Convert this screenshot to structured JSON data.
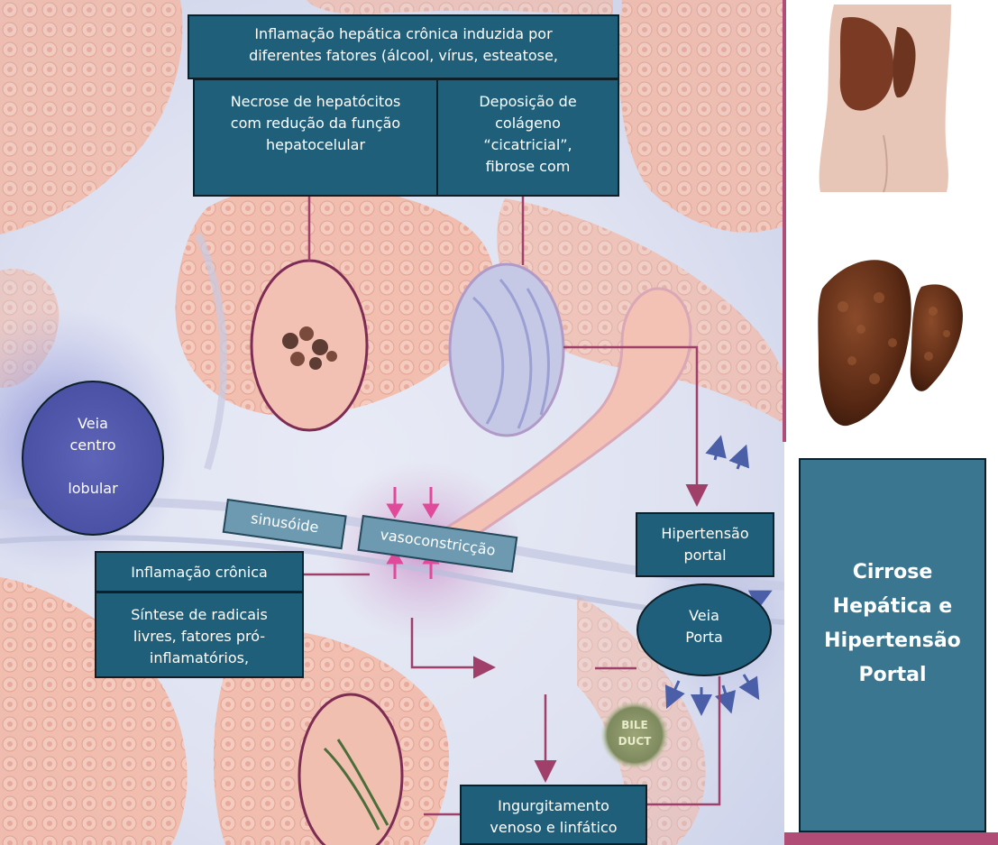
{
  "diagram": {
    "title_lines": [
      "Cirrose",
      "Hepática e",
      "Hipertensão",
      "Portal"
    ],
    "boxes": {
      "inflamacao_hepatica": [
        "Inflamação hepática crônica induzida por",
        "diferentes fatores (álcool, vírus, esteatose,"
      ],
      "necrose": [
        "Necrose de hepatócitos",
        "com redução da função",
        "hepatocelular"
      ],
      "deposicao": [
        "Deposição de",
        "colágeno",
        "“cicatricial”,",
        "fibrose com"
      ],
      "inflamacao_cronica": "Inflamação crônica",
      "sintese": [
        "Síntese de radicais",
        "livres, fatores pró-",
        "inflamatórios,"
      ],
      "hipertensao_portal": [
        "Hipertensão",
        "portal"
      ],
      "ingurgitamento": [
        "Ingurgitamento",
        "venoso e linfático"
      ]
    },
    "ovals": {
      "veia_centro_lobular": [
        "Veia",
        "centro",
        "lobular"
      ],
      "veia_porta": [
        "Veia",
        "Porta"
      ]
    },
    "tags": {
      "sinusoide": "sinusóide",
      "vasoconstriccao": "vasoconstricção"
    },
    "illustration_label": [
      "BILE",
      "DUCT"
    ],
    "colors": {
      "box_fill": "#1f5f7a",
      "title_fill": "#3a7690",
      "connector": "#a0406a",
      "tissue": "#f2b9a8",
      "background_blue": "#d8dcec"
    }
  }
}
